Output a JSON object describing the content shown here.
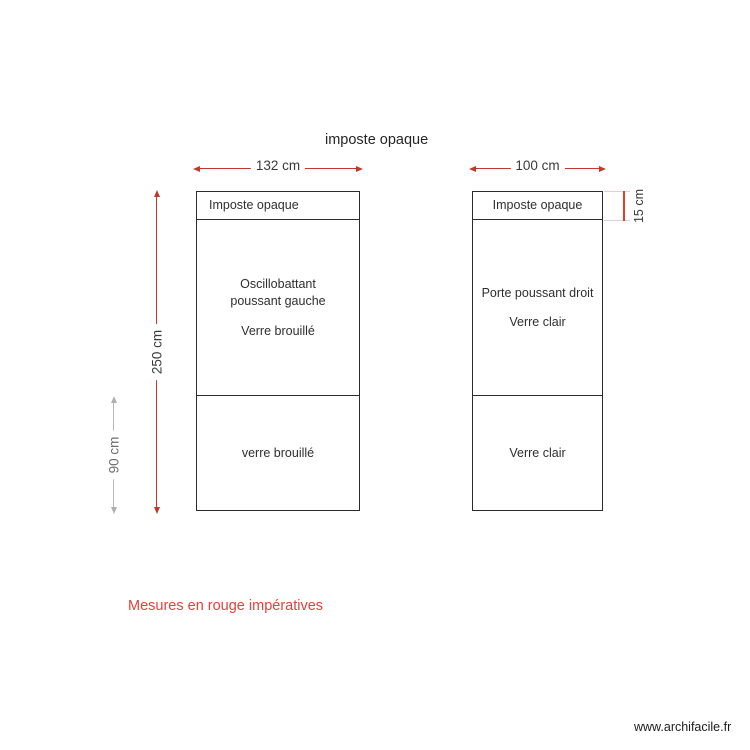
{
  "drawing": {
    "title": "imposte opaque",
    "footer_note": "Mesures en rouge impératives",
    "watermark": "www.archifacile.fr",
    "colors": {
      "imperative_dimension": "#c0392b",
      "informative_dimension": "#b0b0b0",
      "frame_stroke": "#2b2b2b",
      "note_text": "#e2423a",
      "body_text": "#2f2f2f"
    }
  },
  "dimensions": {
    "left_width": "132 cm",
    "right_width": "100 cm",
    "total_height": "250 cm",
    "lower_height": "90 cm",
    "transom_height": "15 cm"
  },
  "windows": [
    {
      "id": "left",
      "width_label": "132 cm",
      "transom": {
        "label": "Imposte opaque"
      },
      "upper_sash": {
        "line1": "Oscillobattant",
        "line2": "poussant gauche",
        "glass": "Verre brouillé"
      },
      "lower_sash": {
        "glass": "verre brouillé"
      }
    },
    {
      "id": "right",
      "width_label": "100 cm",
      "transom": {
        "label": "Imposte opaque"
      },
      "upper_sash": {
        "line1": "Porte poussant droit",
        "line2": "",
        "glass": "Verre clair"
      },
      "lower_sash": {
        "glass": "Verre clair"
      }
    }
  ]
}
